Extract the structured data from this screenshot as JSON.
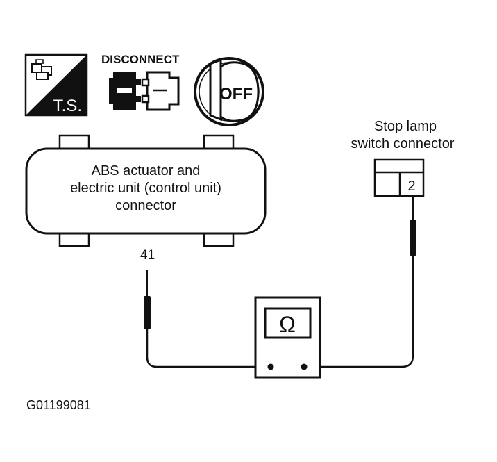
{
  "icons": {
    "ts_label": "T.S.",
    "disconnect_label": "DISCONNECT",
    "ignition_label": "OFF"
  },
  "abs_unit": {
    "line1": "ABS actuator and",
    "line2": "electric unit (control unit)",
    "line3": "connector"
  },
  "stop_lamp": {
    "line1": "Stop lamp",
    "line2": "switch connector",
    "terminal": "2"
  },
  "probe_left": {
    "terminal": "41"
  },
  "meter": {
    "symbol": "Ω"
  },
  "figure_code": "G01199081"
}
